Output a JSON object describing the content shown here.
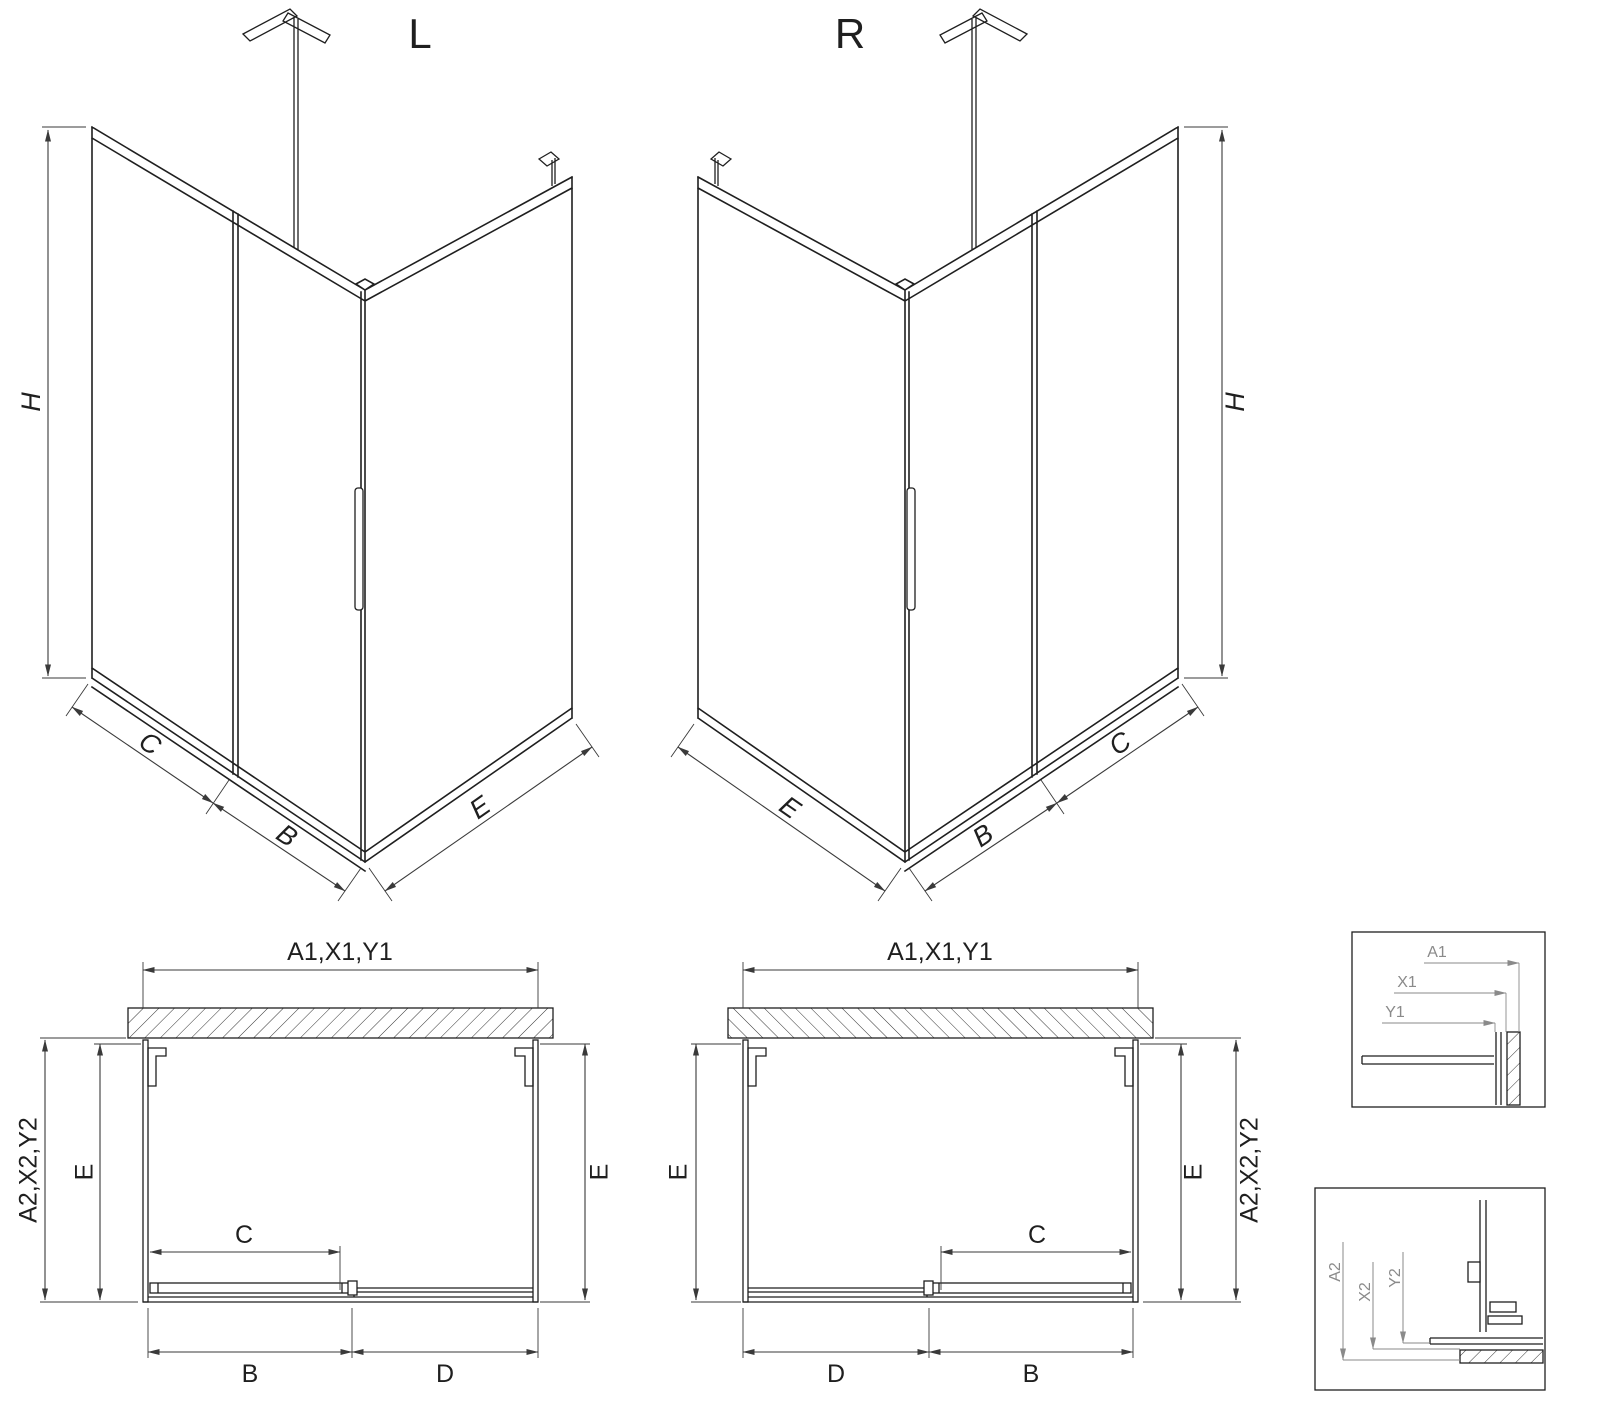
{
  "drawing": {
    "background": "#ffffff",
    "line_color": "#1f1f1f",
    "dim_color": "#3a3a3a",
    "detail_dim_color": "#8a8a8a"
  },
  "iso_left": {
    "variant_label": "L",
    "dim_height": "H",
    "dim_fixed_panel": "C",
    "dim_door": "B",
    "dim_side_panel": "E"
  },
  "iso_right": {
    "variant_label": "R",
    "dim_height": "H",
    "dim_side_panel": "E",
    "dim_door": "B",
    "dim_fixed_panel": "C"
  },
  "plan_left": {
    "dim_width_top": "A1,X1,Y1",
    "dim_left_outer": "A2,X2,Y2",
    "dim_depth_left": "E",
    "dim_depth_right": "E",
    "dim_opening": "C",
    "dim_door": "B",
    "dim_fixed": "D"
  },
  "plan_right": {
    "dim_width_top": "A1,X1,Y1",
    "dim_depth_left": "E",
    "dim_depth_right": "E",
    "dim_right_outer": "A2,X2,Y2",
    "dim_opening": "C",
    "dim_fixed": "D",
    "dim_door": "B"
  },
  "detail_top": {
    "dim_a1": "A1",
    "dim_x1": "X1",
    "dim_y1": "Y1"
  },
  "detail_bottom": {
    "dim_a2": "A2",
    "dim_x2": "X2",
    "dim_y2": "Y2"
  }
}
